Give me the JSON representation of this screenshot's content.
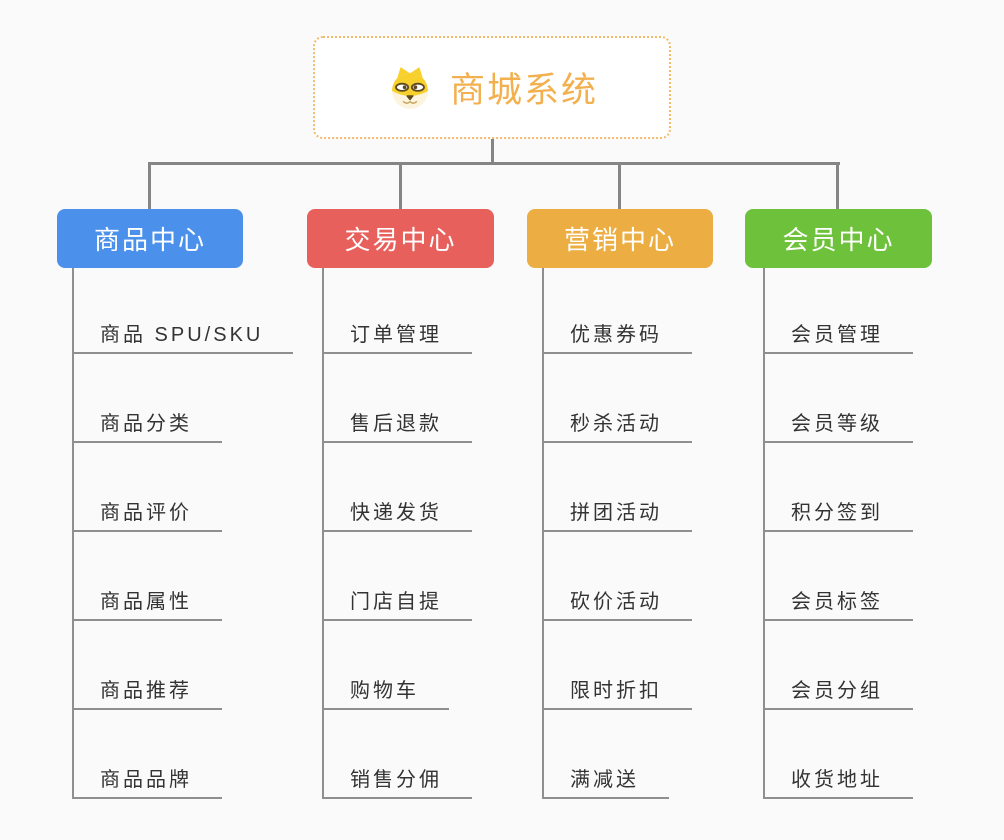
{
  "root": {
    "title": "商城系统",
    "icon": "dog-face-icon",
    "title_color": "#F2B04E",
    "border_color": "#F2BC6B"
  },
  "connector_color": "#858585",
  "branches": [
    {
      "label": "商品中心",
      "color": "#4B91EC",
      "items": [
        "商品 SPU/SKU",
        "商品分类",
        "商品评价",
        "商品属性",
        "商品推荐",
        "商品品牌"
      ]
    },
    {
      "label": "交易中心",
      "color": "#E8605B",
      "items": [
        "订单管理",
        "售后退款",
        "快递发货",
        "门店自提",
        "购物车",
        "销售分佣"
      ]
    },
    {
      "label": "营销中心",
      "color": "#ECAD43",
      "items": [
        "优惠券码",
        "秒杀活动",
        "拼团活动",
        "砍价活动",
        "限时折扣",
        "满减送"
      ]
    },
    {
      "label": "会员中心",
      "color": "#6EC23B",
      "items": [
        "会员管理",
        "会员等级",
        "积分签到",
        "会员标签",
        "会员分组",
        "收货地址"
      ]
    }
  ]
}
